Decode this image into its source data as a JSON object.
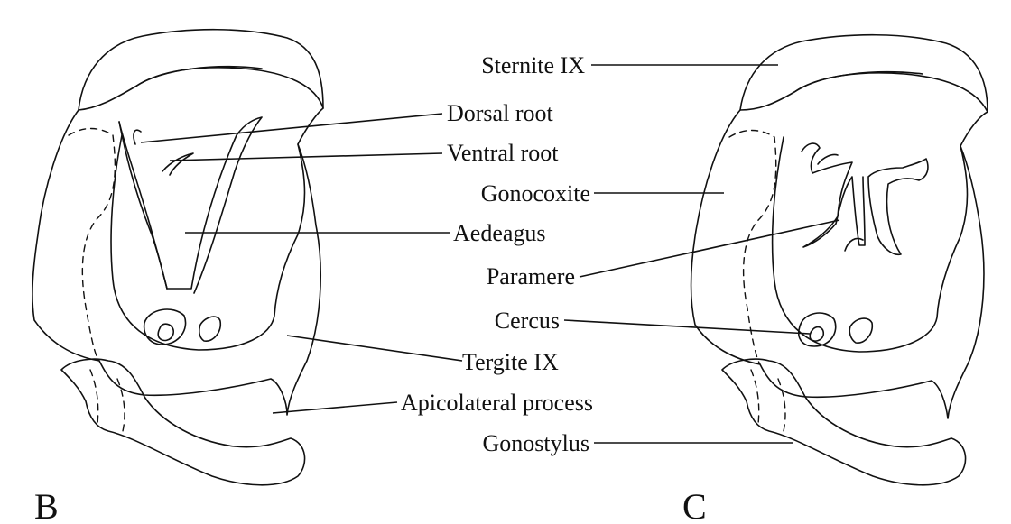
{
  "panels": {
    "left": "B",
    "right": "C"
  },
  "labels": {
    "sternite": "Sternite IX",
    "dorsal_root": "Dorsal root",
    "ventral_root": "Ventral root",
    "gonocoxite": "Gonocoxite",
    "aedeagus": "Aedeagus",
    "paramere": "Paramere",
    "cercus": "Cercus",
    "tergite": "Tergite IX",
    "apicolateral": "Apicolateral process",
    "gonostylus": "Gonostylus"
  }
}
